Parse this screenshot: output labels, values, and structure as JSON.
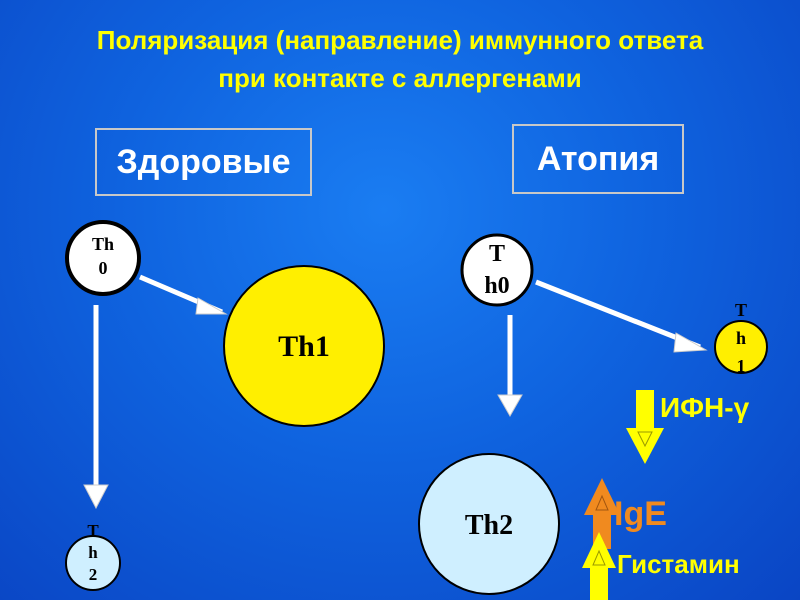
{
  "title": {
    "line1": "Поляризация (направление) иммунного ответа",
    "line2": "при контакте с аллергенами"
  },
  "healthy": {
    "header": "Здоровые",
    "th0_l1": "Th",
    "th0_l2": "0",
    "th1": "Th1",
    "th2_l1": "T",
    "th2_l2": "h",
    "th2_l3": "2"
  },
  "atopy": {
    "header": "Атопия",
    "th0_l1": "T",
    "th0_l2": "h0",
    "th1_l1": "T",
    "th1_l2": "h",
    "th1_l3": "1",
    "th2": "Th2",
    "ifn": "ИФН-γ",
    "ige": "IgE",
    "histamine": "Гистамин"
  },
  "colors": {
    "title": "#ffff00",
    "th1_fill": "#ffef00",
    "th2_fill": "#cfefff",
    "arrow_up": "#f08a1f",
    "arrow_down": "#ffff00",
    "ige": "#f08a1f",
    "histamine": "#ffff00"
  }
}
